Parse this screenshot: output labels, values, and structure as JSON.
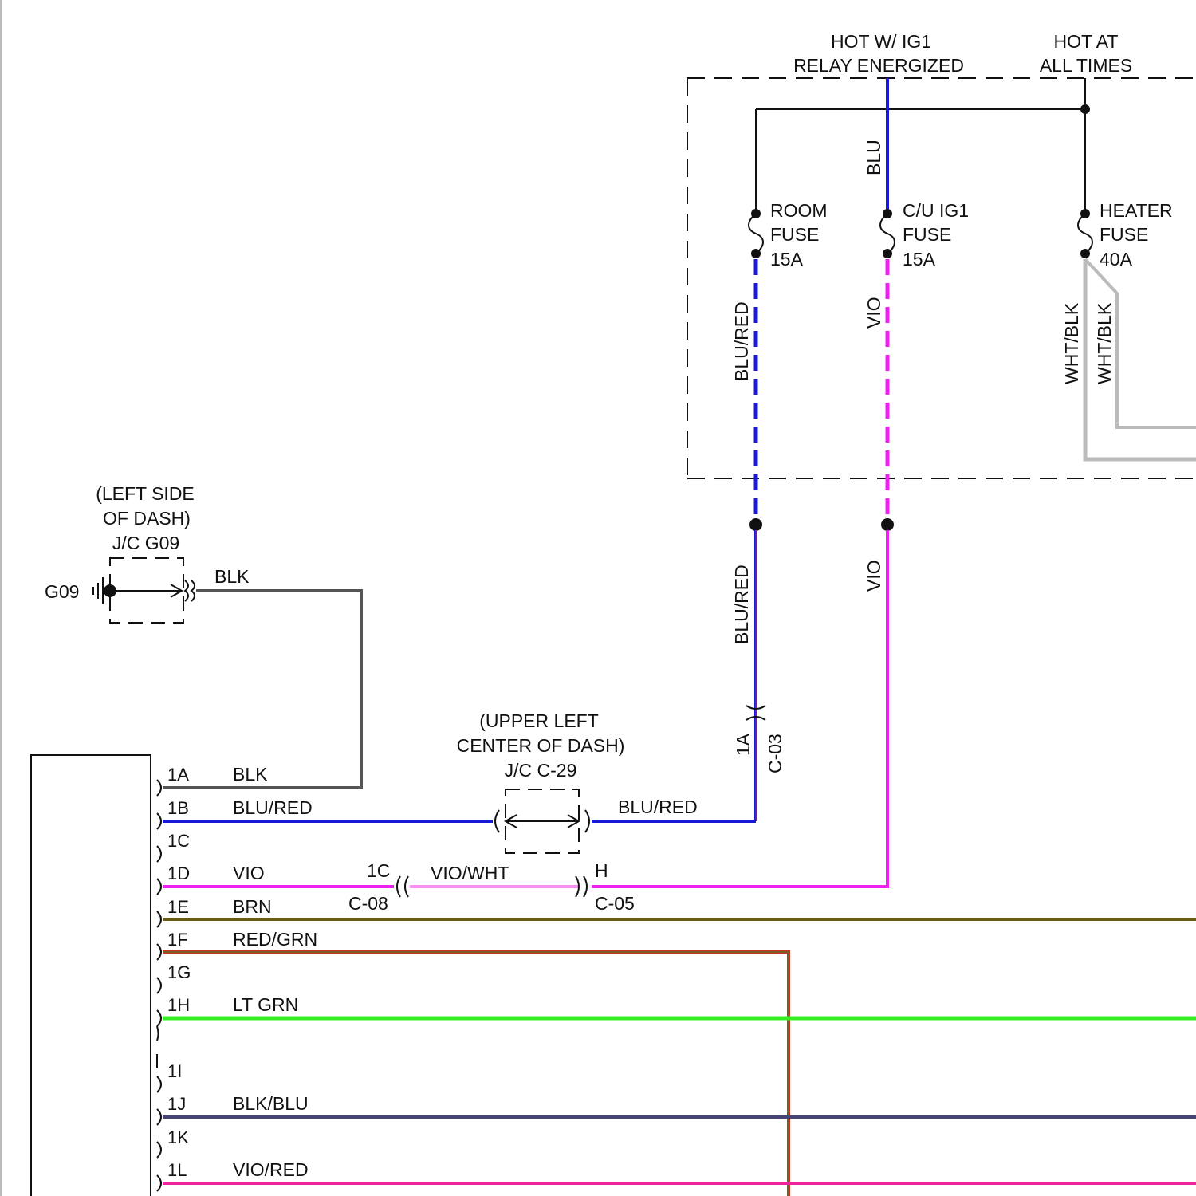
{
  "power": {
    "hot_ig1_line1": "HOT W/ IG1",
    "hot_ig1_line2": "RELAY ENERGIZED",
    "hot_all_line1": "HOT AT",
    "hot_all_line2": "ALL TIMES"
  },
  "fuses": [
    {
      "name1": "ROOM",
      "name2": "FUSE",
      "rating": "15A"
    },
    {
      "name1": "C/U IG1",
      "name2": "FUSE",
      "rating": "15A"
    },
    {
      "name1": "HEATER",
      "name2": "FUSE",
      "rating": "40A"
    }
  ],
  "wire_labels": {
    "blu": "BLU",
    "blu_red_upper": "BLU/RED",
    "vio_upper": "VIO",
    "wht_blk_1": "WHT/BLK",
    "wht_blk_2": "WHT/BLK",
    "blu_red_lower": "BLU/RED",
    "vio_lower": "VIO",
    "blk_ground": "BLK",
    "blu_red_horiz": "BLU/RED",
    "vio_wht": "VIO/WHT"
  },
  "ground_jc": {
    "line1": "(LEFT SIDE",
    "line2": "OF DASH)",
    "line3": "J/C G09",
    "ground_id": "G09"
  },
  "jc_c29": {
    "line1": "(UPPER LEFT",
    "line2": "CENTER OF DASH)",
    "line3": "J/C C-29"
  },
  "connectors": {
    "c03_pin": "1A",
    "c03_id": "C-03",
    "c08_pin": "1C",
    "c08_id": "C-08",
    "c05_pin": "H",
    "c05_id": "C-05"
  },
  "pins": [
    {
      "pin": "1A",
      "wire": "BLK"
    },
    {
      "pin": "1B",
      "wire": "BLU/RED"
    },
    {
      "pin": "1C",
      "wire": ""
    },
    {
      "pin": "1D",
      "wire": "VIO"
    },
    {
      "pin": "1E",
      "wire": "BRN"
    },
    {
      "pin": "1F",
      "wire": "RED/GRN"
    },
    {
      "pin": "1G",
      "wire": ""
    },
    {
      "pin": "1H",
      "wire": "LT GRN"
    },
    {
      "pin": "1I",
      "wire": ""
    },
    {
      "pin": "1J",
      "wire": "BLK/BLU"
    },
    {
      "pin": "1K",
      "wire": ""
    },
    {
      "pin": "1L",
      "wire": "VIO/RED"
    }
  ],
  "colors": {
    "blu": "#1a1ad6",
    "vio": "#ee22ee",
    "blk": "#555555",
    "brn": "#6b5a18",
    "red_grn": "#cc3322",
    "lt_grn": "#33ee22",
    "blk_blu": "#444477",
    "vio_red": "#ee2299",
    "wht_blk": "#bbbbbb"
  }
}
